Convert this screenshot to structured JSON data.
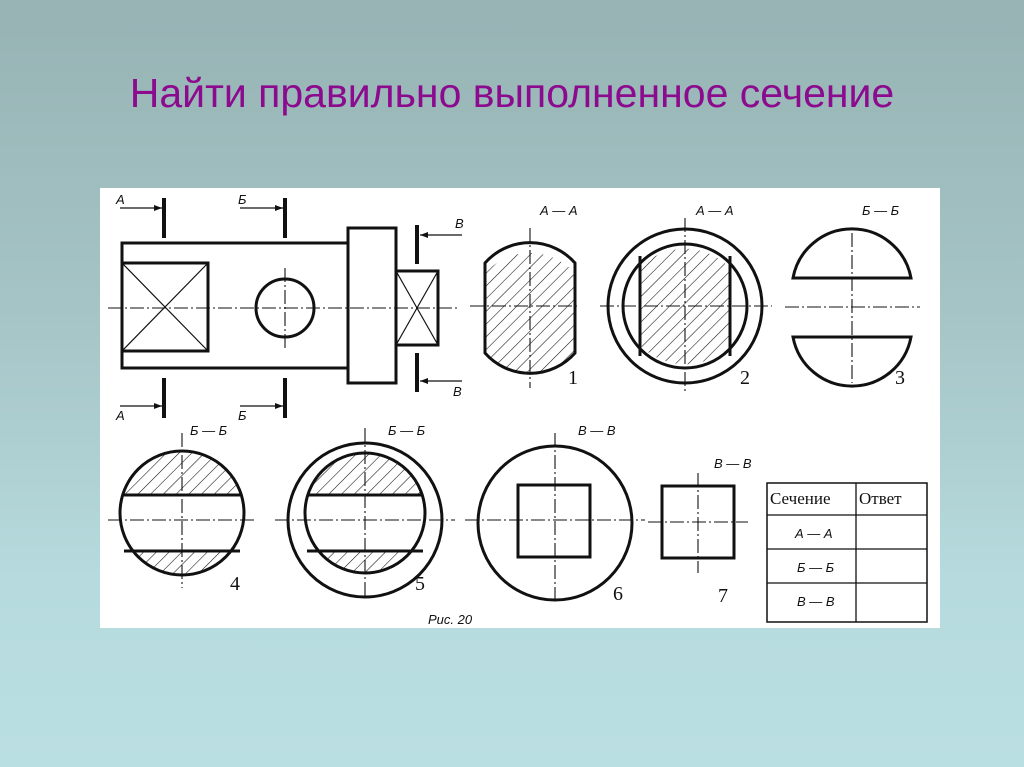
{
  "slide": {
    "title": "Найти правильно выполненное сечение",
    "title_color": "#8b0a8d",
    "background_top": "#97b3b4",
    "background_bottom": "#badfe2"
  },
  "drawing": {
    "cut_labels": {
      "a_top": "А",
      "a_bottom": "А",
      "b_top": "Б",
      "b_bottom": "Б",
      "v_top": "В",
      "v_bottom": "В"
    },
    "sections": [
      {
        "number": "1",
        "label": "А — А",
        "shape": "cylinder with two flats (hatched)"
      },
      {
        "number": "2",
        "label": "А — А",
        "shape": "ring with hatched inner body with flats"
      },
      {
        "number": "3",
        "label": "Б — Б",
        "shape": "two hatched circular segments"
      },
      {
        "number": "4",
        "label": "Б — Б",
        "shape": "circle with through-slot, hatched segments"
      },
      {
        "number": "5",
        "label": "Б — Б",
        "shape": "ring around circle with slot"
      },
      {
        "number": "6",
        "label": "В — В",
        "shape": "circle with hatched square"
      },
      {
        "number": "7",
        "label": "В — В",
        "shape": "hatched square"
      }
    ],
    "caption": "Рис. 20"
  },
  "answer_table": {
    "headers": [
      "Сечение",
      "Ответ"
    ],
    "rows": [
      {
        "section": "А — А",
        "answer": ""
      },
      {
        "section": "Б — Б",
        "answer": ""
      },
      {
        "section": "В — В",
        "answer": ""
      }
    ]
  }
}
